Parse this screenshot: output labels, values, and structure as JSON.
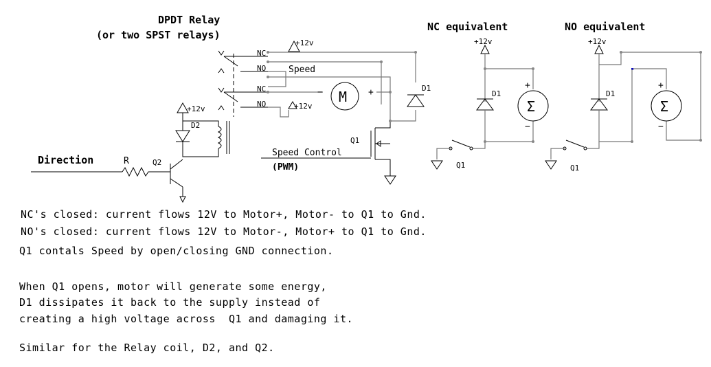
{
  "relay": {
    "title": "DPDT Relay",
    "subtitle": "(or two SPST relays)",
    "contact_nc": "NC",
    "contact_no": "NO",
    "speed_label": "Speed"
  },
  "supply": {
    "v12": "+12v"
  },
  "motor": {
    "symbol": "M",
    "minus": "−",
    "plus": "+"
  },
  "parts": {
    "d1": "D1",
    "d2": "D2",
    "q1": "Q1",
    "q2": "Q2",
    "r": "R"
  },
  "inputs": {
    "direction": "Direction",
    "speed_control": "Speed Control",
    "pwm": "(PWM)"
  },
  "nc_equiv": {
    "title": "NC equivalent",
    "sigma": "Σ",
    "plus": "+",
    "minus": "−"
  },
  "no_equiv": {
    "title": "NO equivalent",
    "sigma": "Σ",
    "plus": "+",
    "minus": "−"
  },
  "notes": [
    "NC's closed: current flows 12V to Motor+, Motor- to Q1 to Gnd.",
    "NO's closed: current flows 12V to Motor-, Motor+ to Q1 to Gnd.",
    "Q1 contals Speed by open/closing GND connection.",
    "When Q1 opens, motor will generate some energy,",
    "D1 dissipates it back to the supply instead of",
    "creating a high voltage across  Q1 and damaging it.",
    "Similar for the Relay coil, D2, and Q2."
  ]
}
